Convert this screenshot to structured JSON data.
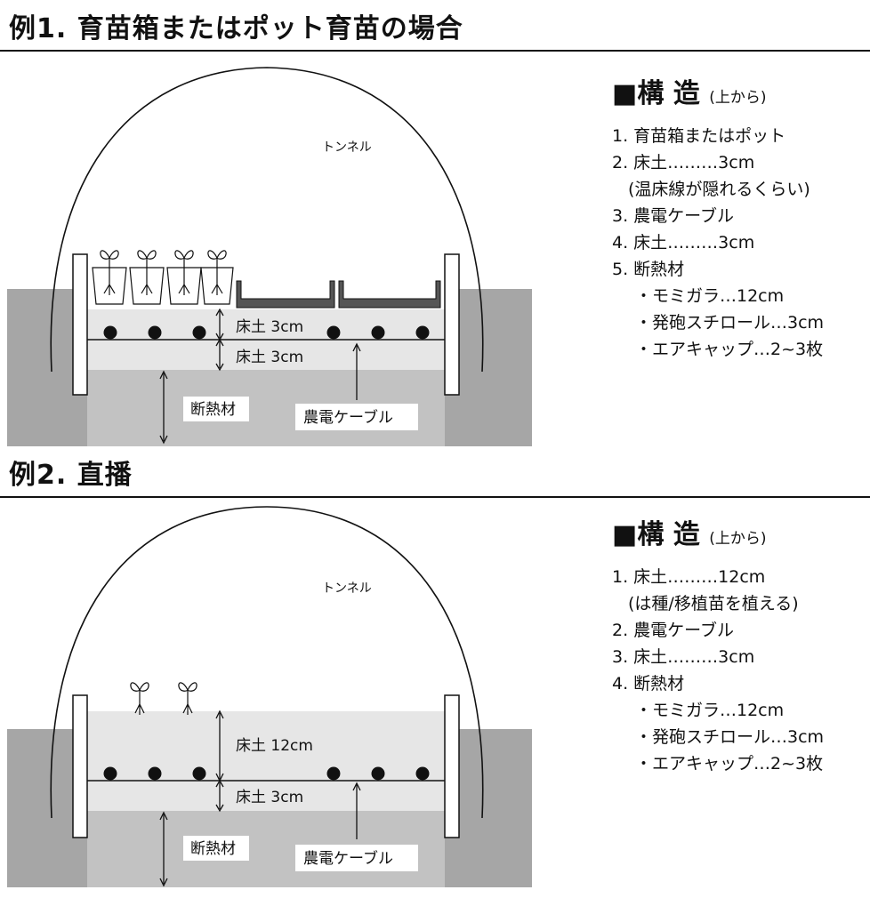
{
  "example1": {
    "title": "例1. 育苗箱またはポット育苗の場合",
    "tunnel_label": "トンネル",
    "soil_upper_label": "床土 3cm",
    "soil_lower_label": "床土 3cm",
    "insulation_label": "断熱材",
    "cable_label": "農電ケーブル",
    "structure": {
      "heading": "構 造",
      "heading_square": "■",
      "heading_sub": "(上から)",
      "items": [
        "1. 育苗箱またはポット",
        "2. 床土………3cm",
        "(温床線が隠れるくらい)",
        "3. 農電ケーブル",
        "4. 床土………3cm",
        "5. 断熱材",
        "・モミガラ…12cm",
        "・発砲スチロール…3cm",
        "・エアキャップ…2~3枚"
      ]
    }
  },
  "example2": {
    "title": "例2. 直播",
    "tunnel_label": "トンネル",
    "soil_upper_label": "床土 12cm",
    "soil_lower_label": "床土 3cm",
    "insulation_label": "断熱材",
    "cable_label": "農電ケーブル",
    "structure": {
      "heading": "構 造",
      "heading_square": "■",
      "heading_sub": "(上から)",
      "items": [
        "1. 床土………12cm",
        "(は種/移植苗を植える)",
        "2. 農電ケーブル",
        "3. 床土………3cm",
        "4. 断熱材",
        "・モミガラ…12cm",
        "・発砲スチロール…3cm",
        "・エアキャップ…2~3枚"
      ]
    }
  },
  "colors": {
    "ground": "#a6a6a6",
    "soil": "#e6e6e6",
    "insulation": "#c2c2c2",
    "box": "#555555",
    "line": "#111111"
  }
}
